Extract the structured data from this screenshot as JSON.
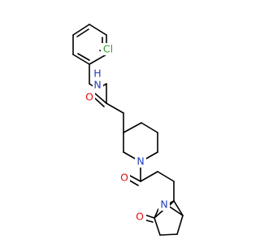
{
  "atoms": {
    "cl": {
      "text": "Cl",
      "color": "#2ca02c"
    },
    "nh_n": {
      "text": "N",
      "color": "#1f3fbf"
    },
    "nh_h": {
      "text": "H",
      "color": "#1f3fbf"
    },
    "o1": {
      "text": "O",
      "color": "#e01010"
    },
    "n1": {
      "text": "N",
      "color": "#1f3fbf"
    },
    "o2": {
      "text": "O",
      "color": "#e01010"
    },
    "n2": {
      "text": "N",
      "color": "#1f3fbf"
    },
    "o3": {
      "text": "O",
      "color": "#e01010"
    }
  }
}
